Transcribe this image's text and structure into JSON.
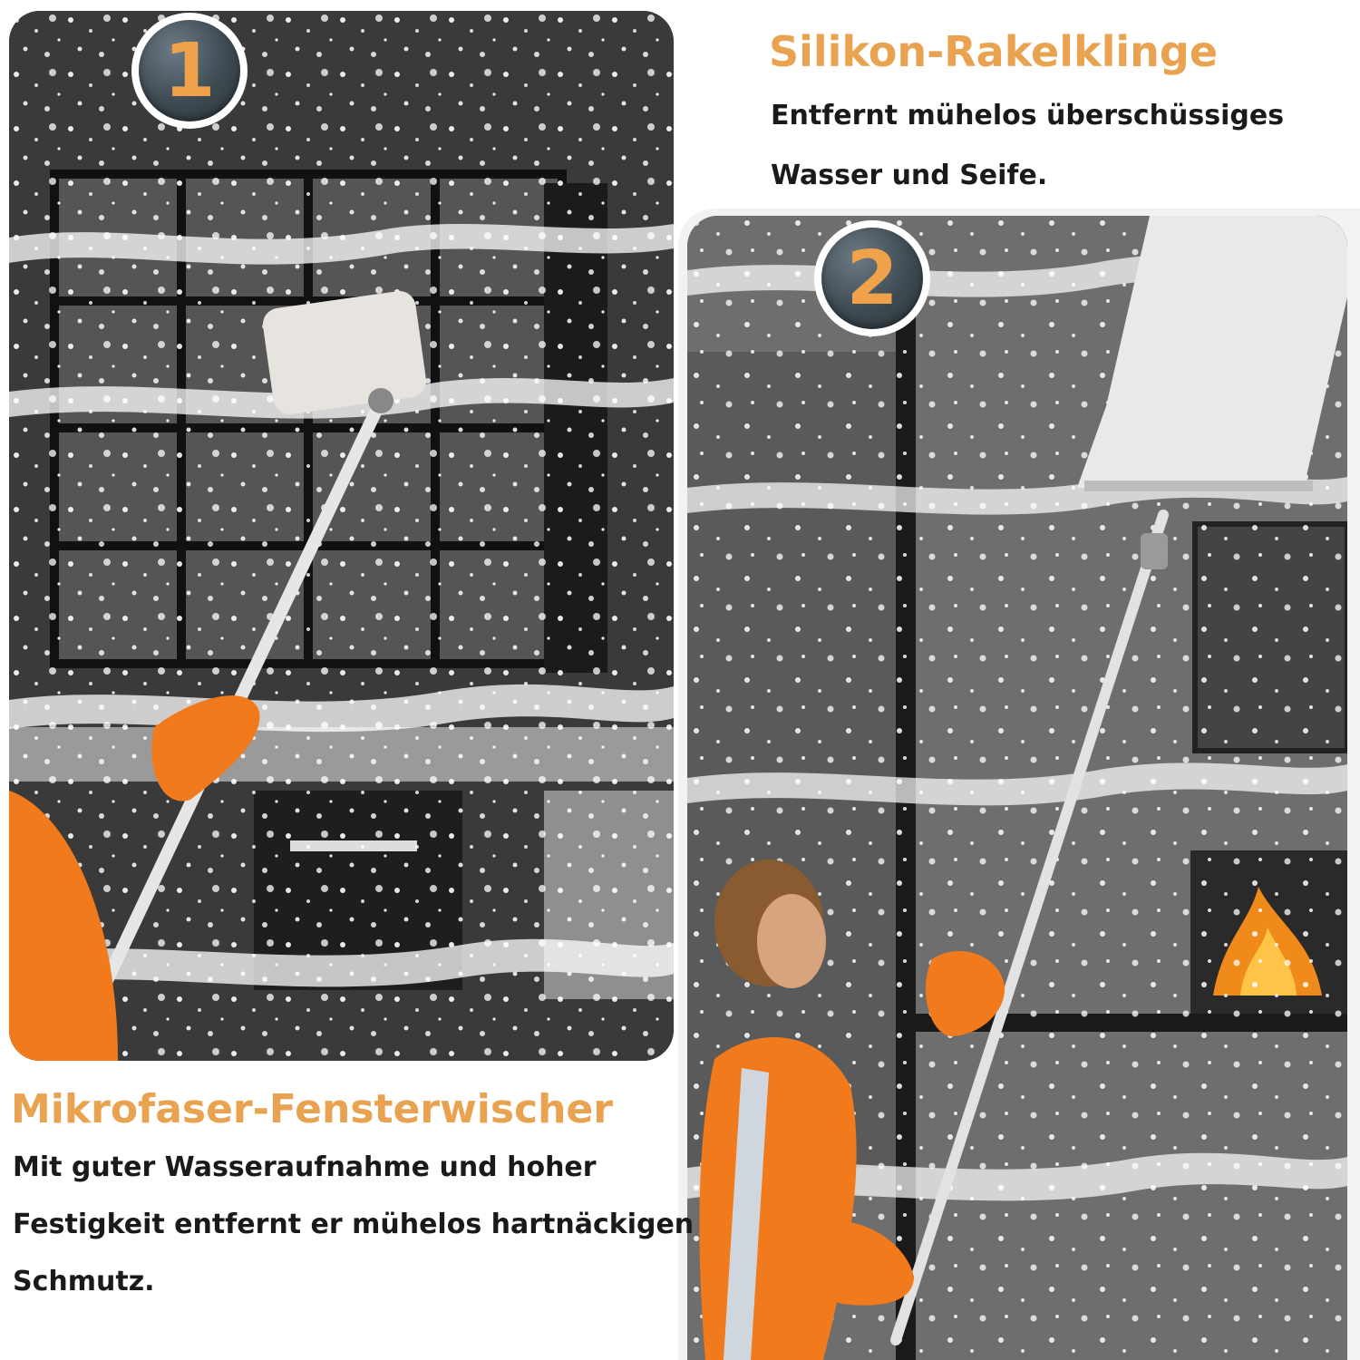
{
  "badges": {
    "one": "1",
    "two": "2"
  },
  "feature_squeegee": {
    "title": "Silikon-Rakelklinge",
    "line1": "Entfernt mühelos überschüssiges",
    "line2": "Wasser und Seife."
  },
  "feature_microfiber": {
    "title": "Mikrofaser-Fensterwischer",
    "line1": "Mit guter Wasseraufnahme und hoher",
    "line2": "Festigkeit entfernt er mühelos hartnäckigen",
    "line3": "Schmutz."
  },
  "colors": {
    "accent": "#e9a24f",
    "glove": "#f07a1c",
    "badge": "#3e4a52"
  }
}
